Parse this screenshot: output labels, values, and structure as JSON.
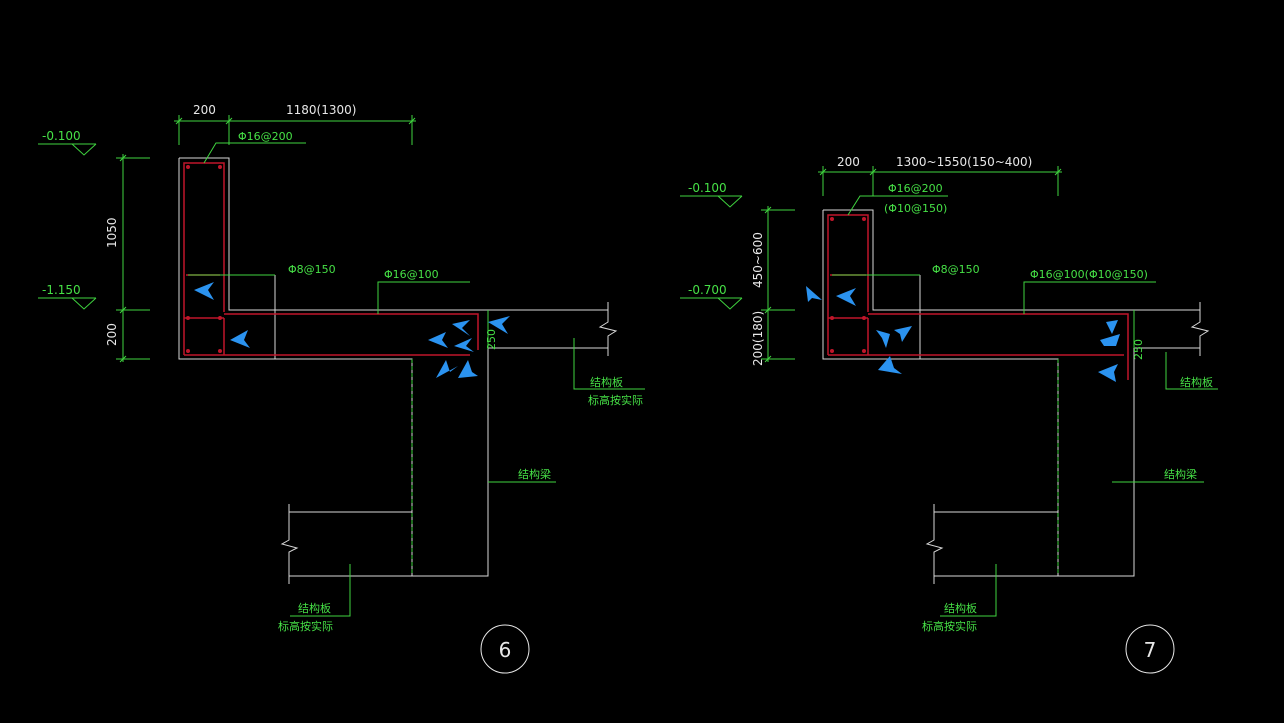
{
  "colors": {
    "background": "#000000",
    "dimension_green": "#3fd43f",
    "text_green": "#46e046",
    "outline_white": "#d8d8d8",
    "rebar_red": "#c0162a",
    "marker_blue": "#2b93f0",
    "label_white": "#e8e8e8"
  },
  "detail6": {
    "dim_width_left": "200",
    "dim_width_right": "1180(1300)",
    "level_top": "-0.100",
    "level_bottom": "-1.150",
    "dim_height_upper": "1050",
    "dim_height_lower": "200",
    "rebar_top": "Φ16@200",
    "rebar_stirrup": "Φ8@150",
    "rebar_bottom": "Φ16@100",
    "dim_slab": "250",
    "label_slab_right": "结构板",
    "label_slab_right_note": "标高按实际",
    "label_beam": "结构梁",
    "label_slab_bottom": "结构板",
    "label_slab_bottom_note": "标高按实际",
    "detail_number": "6"
  },
  "detail7": {
    "dim_width_left": "200",
    "dim_width_right": "1300~1550(150~400)",
    "level_top": "-0.100",
    "level_bottom": "-0.700",
    "dim_height_upper": "450~600",
    "dim_height_lower": "200(180)",
    "rebar_top": "Φ16@200",
    "rebar_top_alt": "(Φ10@150)",
    "rebar_stirrup": "Φ8@150",
    "rebar_bottom": "Φ16@100(Φ10@150)",
    "dim_slab": "250",
    "label_slab_right": "结构板",
    "label_beam": "结构梁",
    "label_slab_bottom": "结构板",
    "label_slab_bottom_note": "标高按实际",
    "detail_number": "7"
  }
}
